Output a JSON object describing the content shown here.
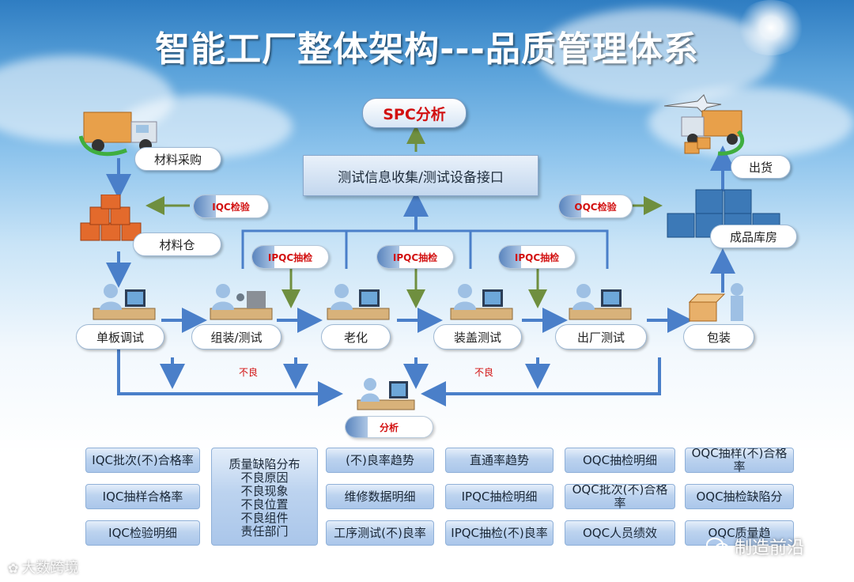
{
  "title": "智能工厂整体架构---品质管理体系",
  "spc": "SPC分析",
  "collect": "测试信息收集/测试设备接口",
  "materials": {
    "purchase": "材料采购",
    "warehouse": "材料仓"
  },
  "finished": {
    "ship": "出货",
    "warehouse": "成品库房"
  },
  "tags": {
    "iqc": "IQC检验",
    "oqc": "OQC检验",
    "ipqc": "IPQC抽检"
  },
  "stations": [
    "单板调试",
    "组装/测试",
    "老化",
    "装盖测试",
    "出厂测试",
    "包装"
  ],
  "defect_label": "不良",
  "analysis": "分析",
  "reports": {
    "col1": [
      "IQC批次(不)合格率",
      "IQC抽样合格率",
      "IQC检验明细"
    ],
    "col2": [
      "质量缺陷分布",
      "不良原因",
      "不良现象",
      "不良位置",
      "不良组件",
      "责任部门"
    ],
    "col3": [
      "(不)良率趋势",
      "维修数据明细",
      "工序测试(不)良率"
    ],
    "col4": [
      "直通率趋势",
      "IPQC抽检明细",
      "IPQC抽检(不)良率"
    ],
    "col5": [
      "OQC抽检明细",
      "OQC批次(不)合格率",
      "OQC人员绩效"
    ],
    "col6": [
      "OQC抽样(不)合格率",
      "OQC抽检缺陷分",
      "OQC质量趋"
    ]
  },
  "watermarks": {
    "left": "大数跨境",
    "right": "制造前沿"
  },
  "colors": {
    "arrow_blue": "#4a7fc9",
    "arrow_green": "#6f8f3f",
    "tag_red": "#d21010"
  }
}
